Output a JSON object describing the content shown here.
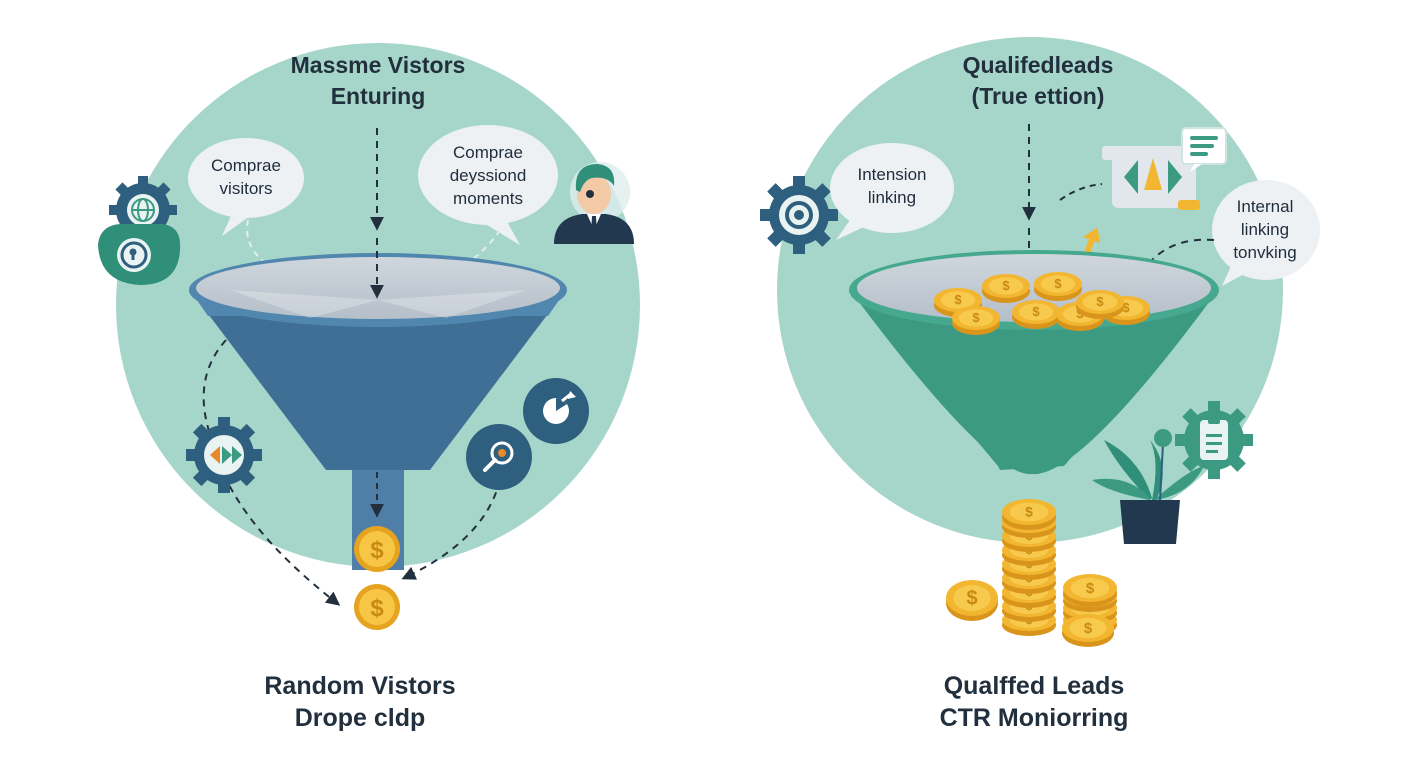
{
  "left_panel": {
    "title_line1": "Massme Vistors",
    "title_line2": "Enturing",
    "bubble_left_line1": "Comprae",
    "bubble_left_line2": "visitors",
    "bubble_right_line1": "Comprae",
    "bubble_right_line2": "deyssiond",
    "bubble_right_line3": "moments",
    "caption_line1": "Random Vistors",
    "caption_line2": "Drope cldp"
  },
  "right_panel": {
    "title_line1": "Qualifedleads",
    "title_line2": "(True ettion)",
    "bubble_left_line1": "Intension",
    "bubble_left_line2": "linking",
    "bubble_right_line1": "Internal",
    "bubble_right_line2": "linking",
    "bubble_right_line3": "tonvking",
    "caption_line1": "Qualffed Leads",
    "caption_line2": "CTR Moniorring"
  },
  "icons": {
    "coin_symbol": "$"
  },
  "colors": {
    "background_circle": "#a3d4c8",
    "left_funnel": "#3f6f95",
    "right_funnel": "#3c9a82",
    "coin": "#f2b630",
    "dark_icon": "#2f5f7e"
  }
}
